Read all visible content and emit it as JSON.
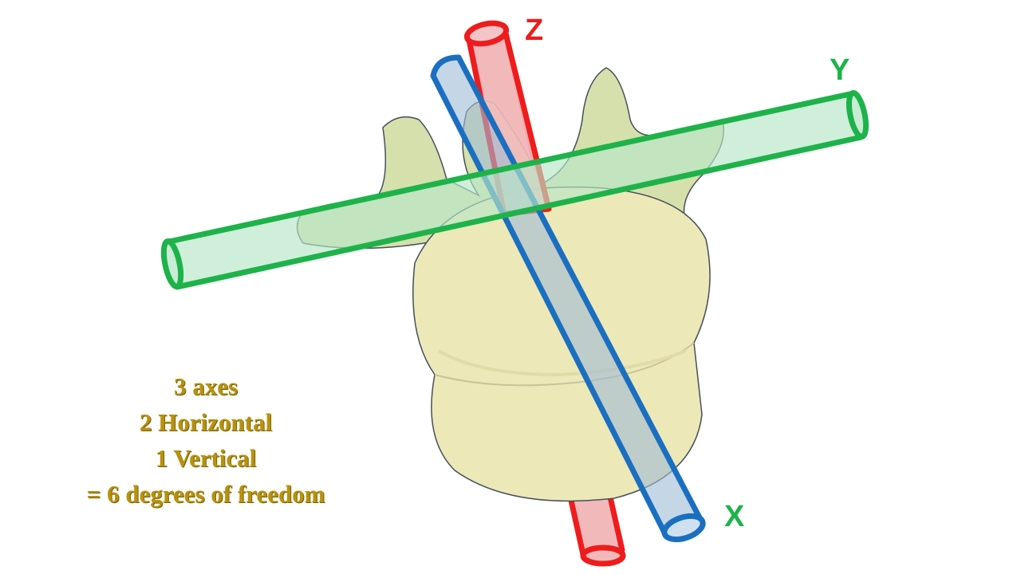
{
  "axes": [
    {
      "label": "Z",
      "color": "#ee1c1c"
    },
    {
      "label": "Y",
      "color": "#1db34a"
    },
    {
      "label": "X",
      "color": "#1a6fc0"
    }
  ],
  "caption": {
    "lines": [
      "3 axes",
      "2 Horizontal",
      "1 Vertical",
      "= 6 degrees of freedom"
    ]
  }
}
